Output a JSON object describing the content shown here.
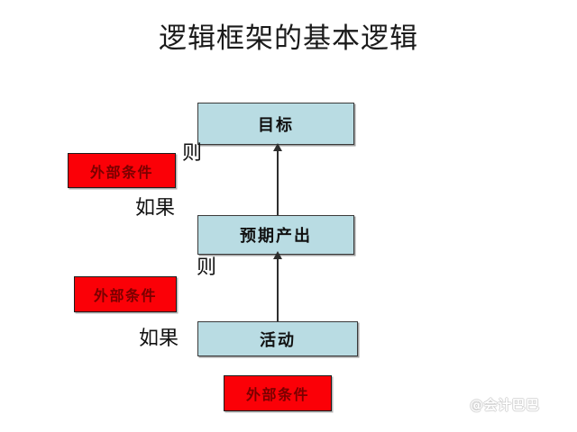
{
  "title": "逻辑框架的基本逻辑",
  "nodes": {
    "goal": "目标",
    "expected_output": "预期产出",
    "activity": "活动",
    "external_condition_1": "外部条件",
    "external_condition_2": "外部条件",
    "external_condition_3": "外部条件"
  },
  "connectors": {
    "then_1": "则",
    "if_1": "如果",
    "then_2": "则",
    "if_2": "如果"
  },
  "watermark": {
    "text": "@会计巴巴"
  },
  "colors": {
    "node_blue_fill": "#b9dce3",
    "node_blue_border": "#3a3a3a",
    "node_red_fill": "#fb0007",
    "node_red_text": "#7a0000",
    "arrow": "#2e2e2e",
    "title_text": "#1a1a1a",
    "background": "#ffffff"
  }
}
